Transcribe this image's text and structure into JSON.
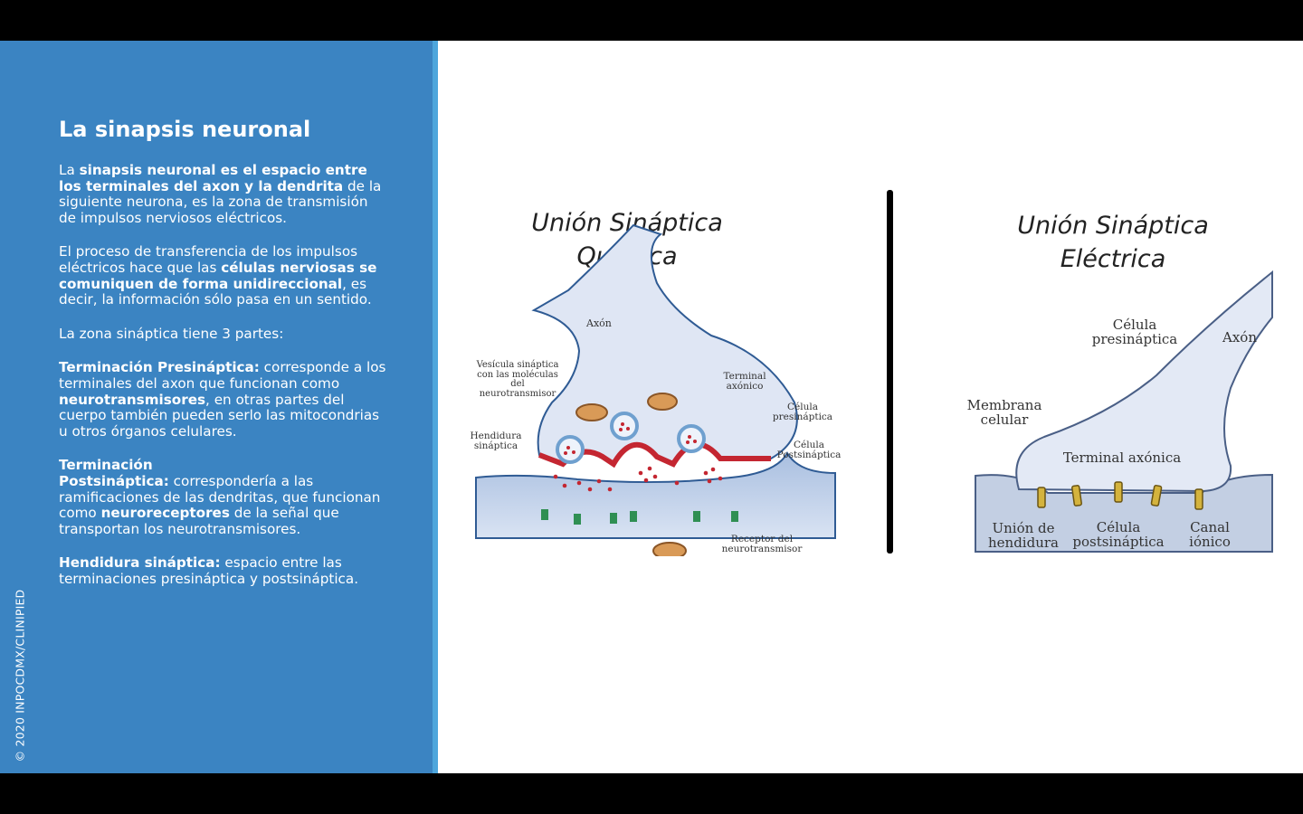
{
  "copyright": "© 2020 INPOCDMX/CLINIPIED",
  "title": "La sinapsis neuronal",
  "paragraphs": {
    "p1": {
      "a": "La ",
      "b": "sinapsis neuronal es el espacio entre los terminales del axon y la dendrita",
      "c": " de la siguiente neurona, es la zona de transmisión de impulsos nerviosos eléctricos."
    },
    "p2": {
      "a": "El proceso de transferencia de los impulsos eléctricos hace que las ",
      "b": "células nerviosas se comuniquen de forma unidireccional",
      "c": ", es decir, la información sólo pasa en un sentido."
    },
    "p3": "La zona sináptica tiene 3 partes:",
    "p4": {
      "a": "Terminación Presináptica:",
      "b": " corresponde a los terminales del axon que funcionan como ",
      "c": "neurotransmisores",
      "d": ", en otras partes del cuerpo también pueden serlo las mitocondrias u otros órganos celulares."
    },
    "p5": {
      "a": "Terminación",
      "b": "Postsináptica:",
      "c": " correspondería a las ramificaciones de las dendritas, que funcionan como ",
      "d": "neuroreceptores",
      "e": " de la señal que transportan los neurotransmisores."
    },
    "p6": {
      "a": "Hendidura sináptica:",
      "b": " espacio entre las terminaciones presináptica y postsináptica."
    }
  },
  "chemical": {
    "title1": "Unión Sináptica",
    "title2": "Química",
    "labels": {
      "axon": "Axón",
      "vesicle": "Vesícula sináptica con las moléculas del neurotransmisor",
      "terminal": "Terminal axónico",
      "presynaptic": "Célula presináptica",
      "cleft": "Hendidura sináptica",
      "postsynaptic": "Célula Postsináptica",
      "receptor": "Receptor del neurotransmisor"
    }
  },
  "electric": {
    "title1": "Unión Sináptica",
    "title2": "Eléctrica",
    "labels": {
      "presynaptic": "Célula presináptica",
      "axon": "Axón",
      "membrane": "Membrana celular",
      "terminal": "Terminal axónica",
      "gap": "Unión de hendidura",
      "postsynaptic": "Célula postsináptica",
      "channel": "Canal iónico"
    }
  },
  "colors": {
    "panel": "#3b84c2",
    "panel_edge": "#4ea6dc",
    "membrane_red": "#c42631",
    "cell_fill": "#dfe6f4"
  }
}
